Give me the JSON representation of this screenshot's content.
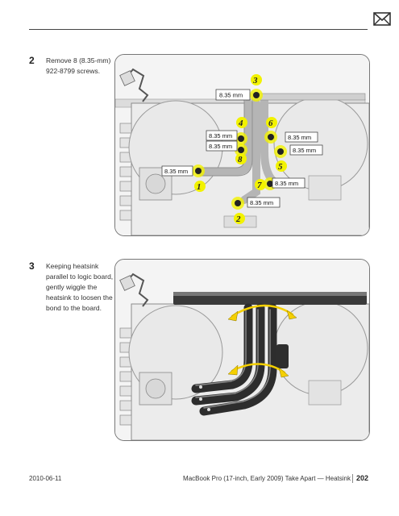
{
  "header": {
    "mail_icon": "envelope-icon"
  },
  "steps": [
    {
      "number": "2",
      "text": "Remove 8 (8.35-mm) 922-8799 screws."
    },
    {
      "number": "3",
      "text": "Keeping heatsink parallel to logic board, gently wiggle the heatsink to loosen the bond to the board."
    }
  ],
  "figure1": {
    "screw_label": "8.35 mm",
    "callouts": [
      "1",
      "2",
      "3",
      "4",
      "5",
      "6",
      "7",
      "8"
    ],
    "highlight_color": "#f2f200"
  },
  "figure2": {
    "arrow_color": "#f5d000"
  },
  "footer": {
    "date": "2010-06-11",
    "title": "MacBook Pro (17-inch, Early 2009) Take Apart — Heatsink",
    "page": "202"
  }
}
